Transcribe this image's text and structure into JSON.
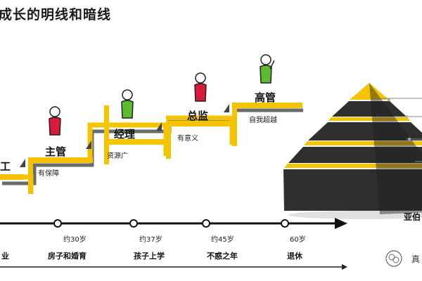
{
  "title": "成长的明线和暗线",
  "steps": [
    {
      "title": "工",
      "subtitle": "",
      "figure_color": ""
    },
    {
      "title": "主管",
      "subtitle": "有保障",
      "figure_color": "#d81b3a"
    },
    {
      "title": "经理",
      "subtitle": "资源广",
      "figure_color": "#5dbb2f"
    },
    {
      "title": "总监",
      "subtitle": "有意义",
      "figure_color": "#d81b3a"
    },
    {
      "title": "高管",
      "subtitle": "自我超越",
      "figure_color": "#5dbb2f"
    }
  ],
  "timeline": {
    "ages": [
      "约30岁",
      "约37岁",
      "约45岁",
      "60岁"
    ],
    "milestones": [
      "业",
      "房子和婚育",
      "孩子上学",
      "不惑之年",
      "退休"
    ]
  },
  "pyramid": {
    "label": "亚伯"
  },
  "watermark": {
    "text": "真"
  },
  "colors": {
    "accent": "#f5c400",
    "dark": "#2f2f2f",
    "red": "#d81b3a",
    "green": "#5dbb2f"
  }
}
